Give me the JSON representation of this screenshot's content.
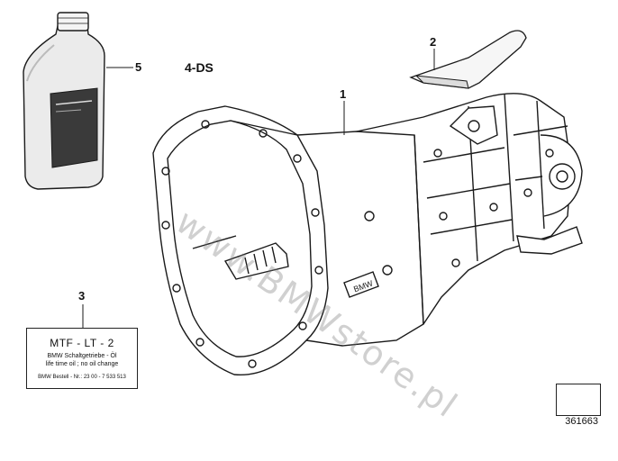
{
  "diagram": {
    "variant_label": "4-DS",
    "callouts": {
      "c1": "1",
      "c2": "2",
      "c3": "3",
      "c5": "5"
    },
    "label": {
      "title": "MTF - LT - 2",
      "line1": "BMW Schaltgetriebe - Öl",
      "line2": "life time oil ; no oil change",
      "line3": "BMW Bestell - Nr.: 23 00 - 7 533 513"
    },
    "watermark": "www.BMWstore.pl",
    "reference_number": "361663",
    "icons": [
      "oil-bottle-icon",
      "gearbox-icon",
      "cover-plate-icon",
      "direction-arrow-icon"
    ],
    "colors": {
      "line": "#1a1a1a",
      "bottle_fill": "#e9e9e9",
      "bottle_label": "#3a3a3a"
    }
  }
}
